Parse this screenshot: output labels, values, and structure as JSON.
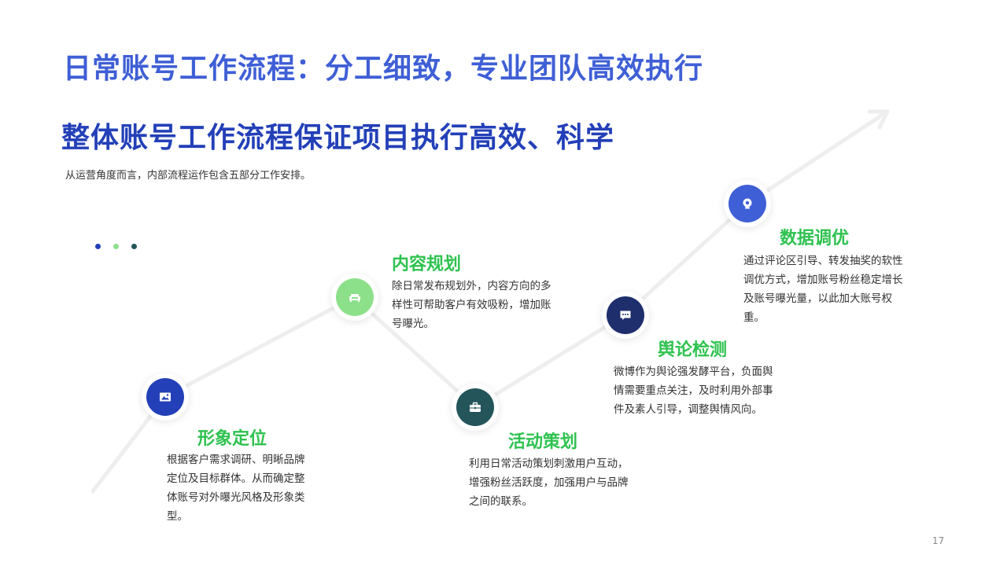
{
  "header": {
    "title": "日常账号工作流程：分工细致，专业团队高效执行",
    "subtitle": "整体账号工作流程保证项目执行高效、科学",
    "intro": "从运营角度而言，内部流程运作包含五部分工作安排。"
  },
  "dots": [
    "#2340b8",
    "#8de08a",
    "#23555a"
  ],
  "stages": [
    {
      "title": "形象定位",
      "desc": "根据客户需求调研、明晰品牌定位及目标群体。从而确定整体账号对外曝光风格及形象类型。",
      "color": "#2340b8",
      "icon": "image-icon"
    },
    {
      "title": "内容规划",
      "desc": "除日常发布规划外，内容方向的多样性可帮助客户有效吸粉，增加账号曝光。",
      "color": "#8de08a",
      "icon": "sofa-icon"
    },
    {
      "title": "活动策划",
      "desc": "利用日常活动策划刺激用户互动，增强粉丝活跃度，加强用户与品牌之间的联系。",
      "color": "#23555a",
      "icon": "briefcase-icon"
    },
    {
      "title": "舆论检测",
      "desc": "微博作为舆论强发酵平台，负面舆情需要重点关注，及时利用外部事件及素人引导，调整舆情风向。",
      "color": "#1f2f6e",
      "icon": "chat-icon"
    },
    {
      "title": "数据调优",
      "desc": "通过评论区引导、转发抽奖的软性调优方式，增加账号粉丝稳定增长及账号曝光量，以此加大账号权重。",
      "color": "#3f5fd6",
      "icon": "webcam-icon"
    }
  ],
  "page_number": "17",
  "colors": {
    "title": "#3f5fd6",
    "subtitle": "#2340b8",
    "stage_title": "#2ec24f",
    "line": "#eeeeee"
  }
}
